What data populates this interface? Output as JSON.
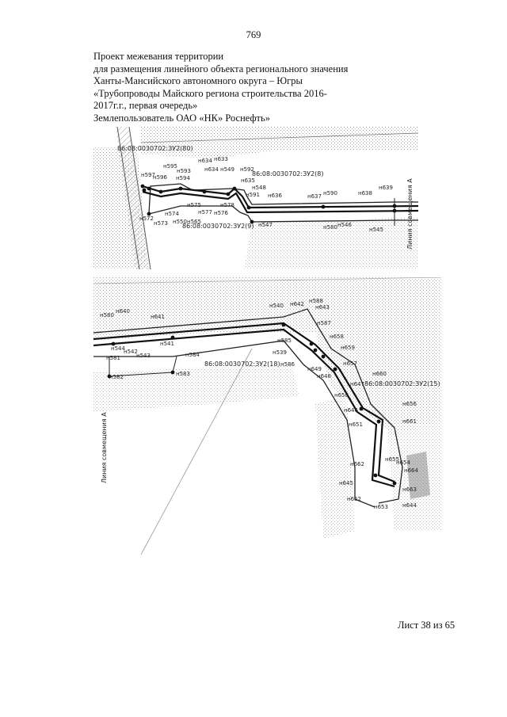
{
  "page_number": "769",
  "header": {
    "lines": [
      "Проект межевания территории",
      "для размещения линейного объекта регионального значения",
      "Ханты-Мансийского автономного округа – Югры",
      "«Трубопроводы Майского региона строительства 2016-",
      "2017г.г., первая очередь»",
      "Землепользователь ОАО «НК» Роснефть»"
    ]
  },
  "footer": {
    "sheet": "Лист 38 из 65"
  },
  "map_top": {
    "side_label": "Линия совмещения А",
    "parcels": [
      "86:08:0030702:ЗУ2(80)",
      "86:08:0030702:ЗУ2(8)",
      "86:08:0030702:ЗУ2(9)"
    ],
    "points": [
      "н634",
      "н633",
      "н595",
      "н593",
      "н634",
      "н549",
      "н592",
      "н597",
      "н594",
      "н596",
      "н635",
      "н548",
      "н591",
      "н636",
      "н637",
      "н590",
      "н638",
      "н639",
      "н574",
      "н575",
      "н577",
      "н578",
      "н576",
      "н572",
      "н573",
      "н550",
      "н565",
      "н547",
      "н580",
      "н546",
      "н545"
    ]
  },
  "map_bottom": {
    "side_label": "Линия совмещения А",
    "parcels": [
      "86:08:0030702:ЗУ2(18)",
      "86:08:0030702:ЗУ2(15)"
    ],
    "points": [
      "н540",
      "н642",
      "н588",
      "н643",
      "н580",
      "н640",
      "н641",
      "н587",
      "н585",
      "н544",
      "н541",
      "н539",
      "н658",
      "н659",
      "н581",
      "н542",
      "н543",
      "н584",
      "н586",
      "н657",
      "н649",
      "н648",
      "н660",
      "н582",
      "н583",
      "н647",
      "н650",
      "н656",
      "н646",
      "н661",
      "н651",
      "н655",
      "н662",
      "н654",
      "н664",
      "н645",
      "н663",
      "н652",
      "н653",
      "н644"
    ]
  },
  "colors": {
    "line": "#222222",
    "hatch": "#9a9a9a"
  }
}
